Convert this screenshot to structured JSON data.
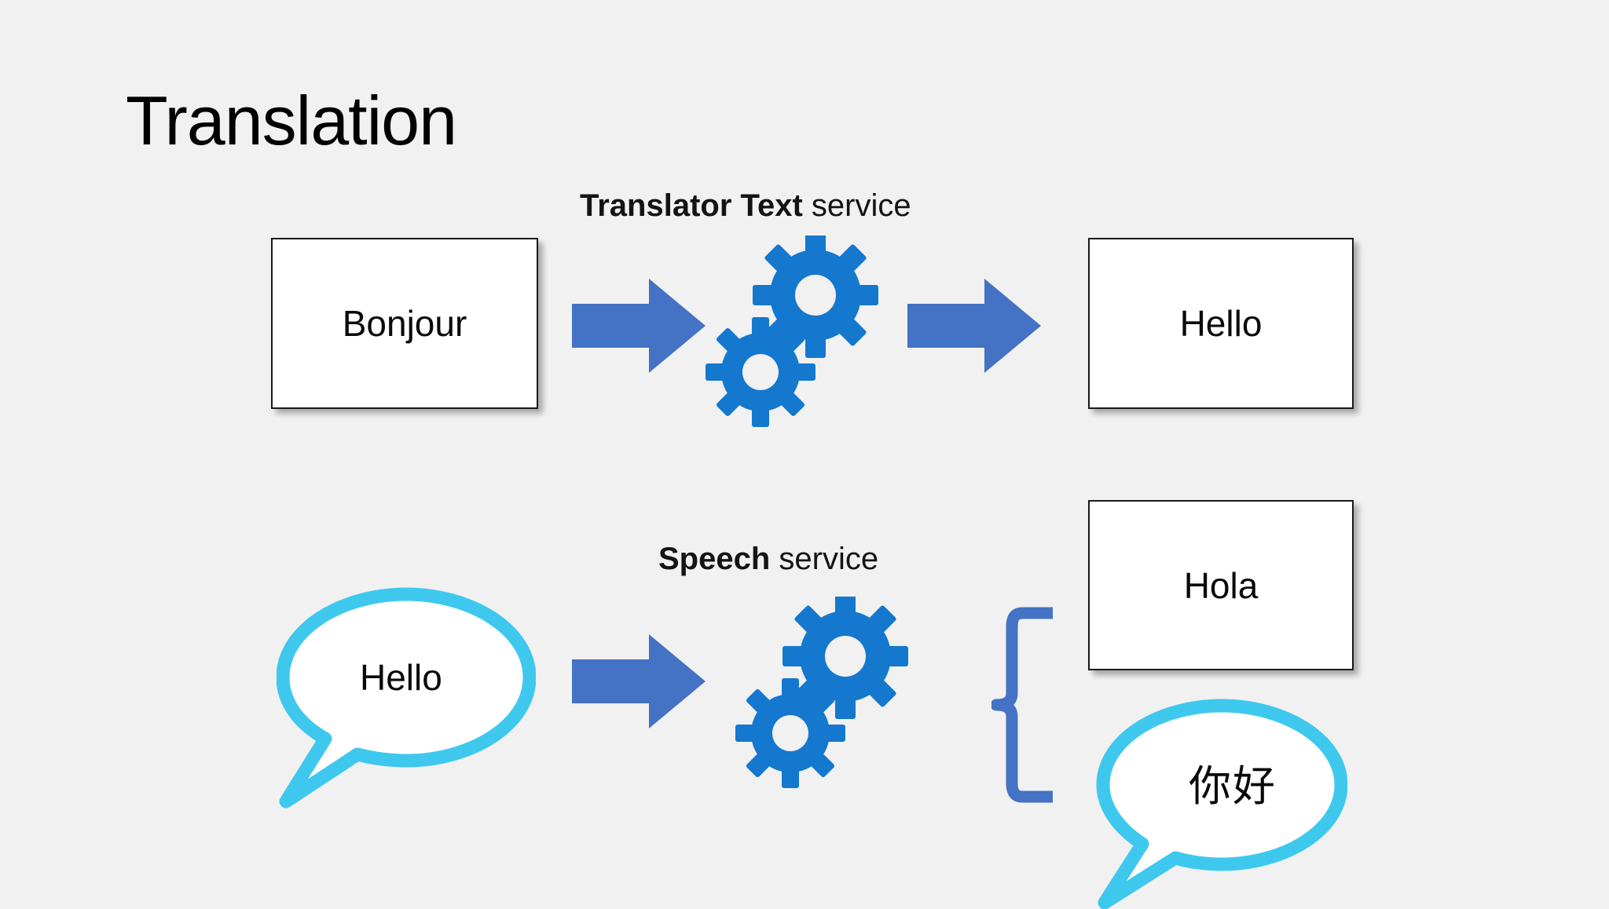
{
  "slide": {
    "title": "Translation",
    "background_color": "#f1f1f1"
  },
  "colors": {
    "arrow_blue": "#4472C4",
    "gear_blue": "#1478CE",
    "bubble_cyan": "#3FC8EE",
    "brace_blue": "#4472C4",
    "box_border": "#1a1a1a",
    "box_fill": "#ffffff",
    "text_black": "#0a0a0a"
  },
  "rows": {
    "translator": {
      "caption_strong": "Translator Text",
      "caption_light": " service",
      "source_box": "Bonjour",
      "target_box": "Hello",
      "arrow_in": "arrow-right-icon",
      "arrow_out": "arrow-right-icon",
      "process": "gears-icon"
    },
    "speech": {
      "caption_strong": "Speech",
      "caption_light": " service",
      "source_bubble": "Hello",
      "arrow_in": "arrow-right-icon",
      "process": "gears-icon",
      "grouping": "curly-brace-icon",
      "target_box": "Hola",
      "target_bubble": "你好"
    }
  }
}
